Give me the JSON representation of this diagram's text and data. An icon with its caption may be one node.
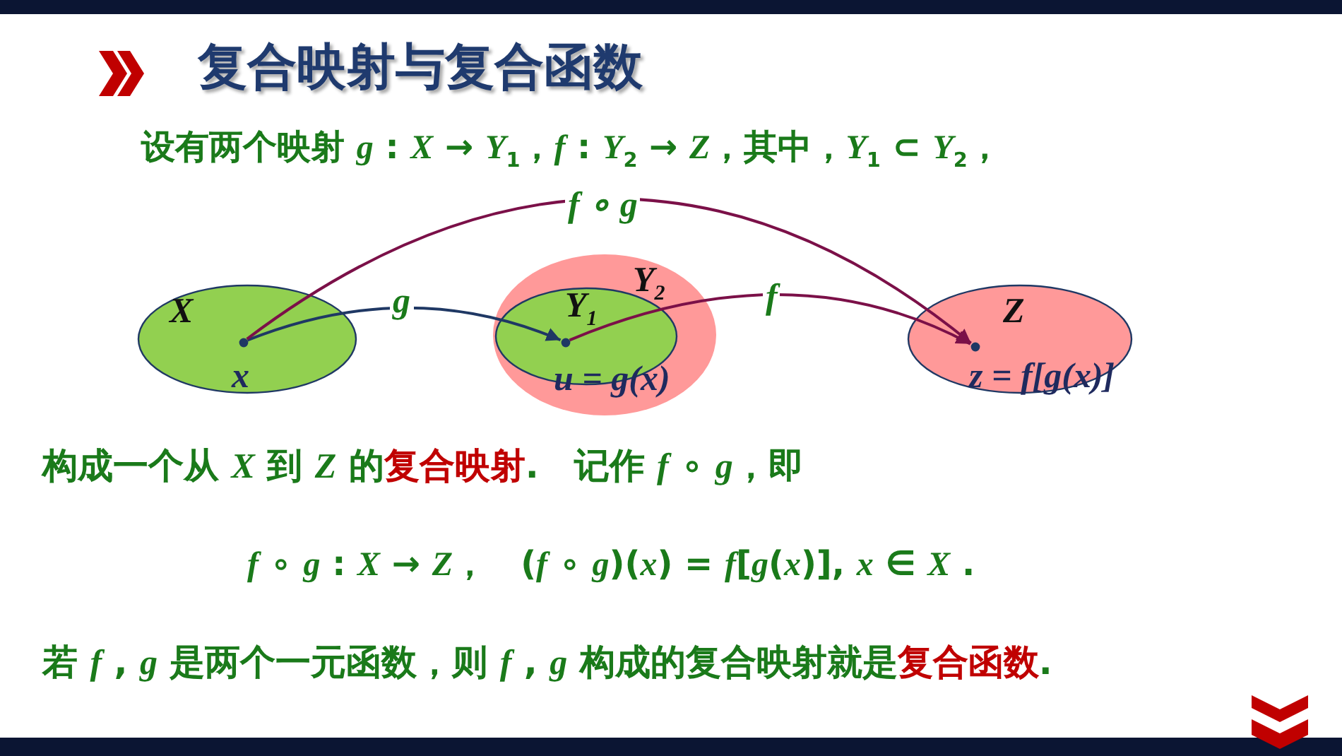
{
  "diagram": {
    "title": "复合映射与复合函数",
    "nodes": [
      {
        "text": [
          "X"
        ]
      },
      {
        "text": [],
        "shape": "circle",
        "in": 0,
        "beside": [
          "x"
        ]
      },
      {
        "text": [
          "Y$_{2}$"
        ]
      },
      {
        "text": [
          "Y$_{1}$"
        ],
        "in": 2
      },
      {
        "text": [],
        "shape": "circle",
        "in": 3,
        "beside": [
          "u = g(x)"
        ]
      },
      {
        "text": [
          "Z"
        ]
      },
      {
        "text": [],
        "shape": "circle",
        "in": 5,
        "beside": [
          "z = f[g(x)]"
        ]
      }
    ],
    "edges": [
      {
        "from": 1,
        "to": 4,
        "arrow": "to",
        "label": "g",
        "color": "#1f3864"
      },
      {
        "from": 4,
        "to": 6,
        "arrow": "to",
        "label": "f"
      },
      {
        "from": 1,
        "to": 6,
        "arrow": "to",
        "label": "f ∘ g"
      }
    ],
    "labels": [
      "设有两个映射 *g* : *X* → *Y*$_{1}$，*f* : *Y*$_{2}$ → *Z*，其中，*Y*$_{1}$ ⊂ *Y*$_{2}$，",
      "构成一个从 *X* 到 *Z* 的",
      "复合映射",
      ".　记作 *f* ∘ *g*，即",
      "*f* ∘ *g* : *X* → *Z*，　(*f* ∘ *g*)(*x*) = *f*[*g*(*x*)], *x* ∈ *X* .",
      "若 *f* , *g* 是两个一元函数，则 *f* , *g* 构成的复合映射就是",
      "复合函数",
      "."
    ]
  }
}
